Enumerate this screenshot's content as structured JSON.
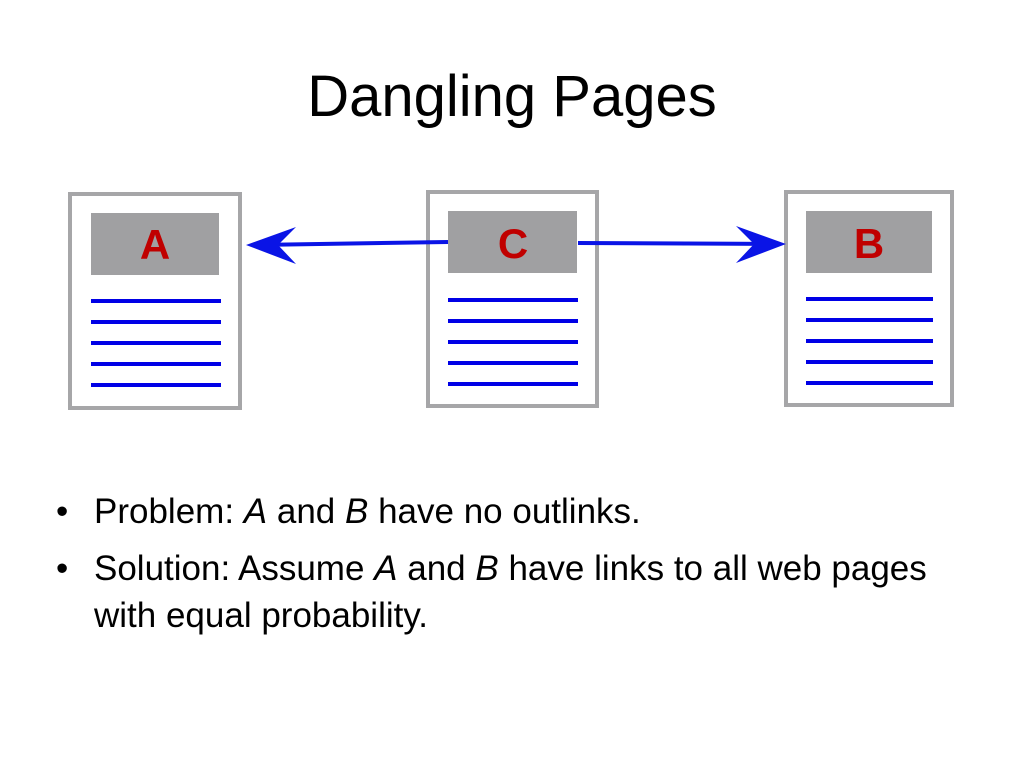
{
  "title": "Dangling Pages",
  "colors": {
    "page_border": "#a6a6a8",
    "header_fill": "#a0a0a2",
    "label": "#c00000",
    "lines": "#0000e6",
    "arrow": "#0a14e6"
  },
  "pages": [
    {
      "id": "A",
      "label": "A"
    },
    {
      "id": "C",
      "label": "C"
    },
    {
      "id": "B",
      "label": "B"
    }
  ],
  "links": [
    {
      "from": "C",
      "to": "A"
    },
    {
      "from": "C",
      "to": "B"
    }
  ],
  "bullets": [
    {
      "marker": "•",
      "parts": [
        {
          "text": "Problem: ",
          "italic": false
        },
        {
          "text": "A",
          "italic": true
        },
        {
          "text": " and ",
          "italic": false
        },
        {
          "text": "B",
          "italic": true
        },
        {
          "text": " have no outlinks.",
          "italic": false
        }
      ]
    },
    {
      "marker": "•",
      "parts": [
        {
          "text": "Solution: Assume ",
          "italic": false
        },
        {
          "text": "A",
          "italic": true
        },
        {
          "text": " and ",
          "italic": false
        },
        {
          "text": "B",
          "italic": true
        },
        {
          "text": " have links to all web pages with equal probability.",
          "italic": false
        }
      ]
    }
  ]
}
